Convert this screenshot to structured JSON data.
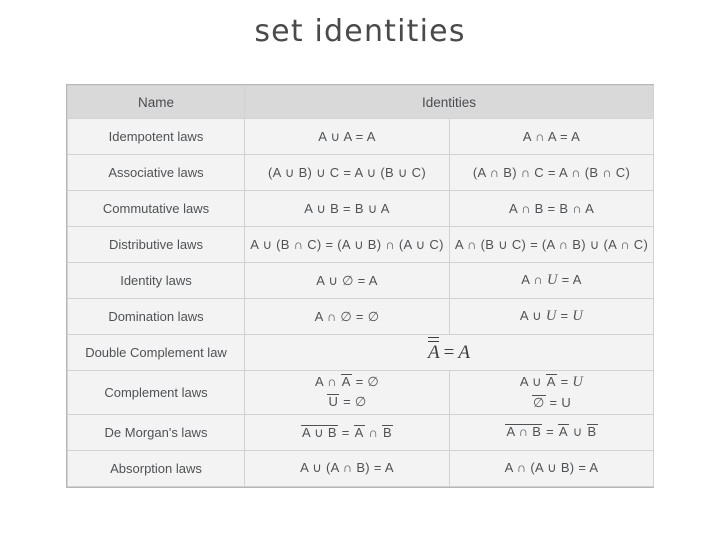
{
  "slide": {
    "title": "set identities",
    "background_color": "#ffffff",
    "title_color": "#4a4a4a"
  },
  "table": {
    "header_bg": "#d9d9d9",
    "cell_bg": "#f3f3f3",
    "border_color": "#d2d2d2",
    "outer_border_color": "#b6b6b6",
    "text_color": "#4f5255",
    "headers": {
      "name": "Name",
      "identities": "Identities"
    },
    "rows": [
      {
        "name": "Idempotent laws",
        "left": "A ∪ A = A",
        "right": "A ∩ A = A"
      },
      {
        "name": "Associative laws",
        "left": "(A ∪ B) ∪ C = A ∪ (B ∪ C)",
        "right": "(A ∩ B) ∩ C = A ∩ (B ∩ C)"
      },
      {
        "name": "Commutative laws",
        "left": "A ∪ B = B ∪ A",
        "right": "A ∩ B = B ∩ A"
      },
      {
        "name": "Distributive laws",
        "left": "A ∪ (B ∩ C) = (A ∪ B) ∩ (A ∪ C)",
        "right": "A ∩ (B ∪ C) = (A ∩ B) ∪ (A ∩ C)"
      },
      {
        "name": "Identity laws",
        "left": "A ∪ ∅ = A",
        "right_prefix": "A ∩ ",
        "right_italic": "U",
        "right_suffix": " = A"
      },
      {
        "name": "Domination laws",
        "left": "A ∩ ∅ = ∅",
        "right_prefix": "A ∪ ",
        "right_italic": "U",
        "right_mid": " = ",
        "right_italic2": "U"
      },
      {
        "name": "Double Complement law",
        "formula_var": "A",
        "formula_eq": "=",
        "formula_rhs": "A"
      },
      {
        "name": "Complement laws",
        "left_line1_a": "A ∩ ",
        "left_line1_bar": "A",
        "left_line1_b": " = ∅",
        "left_line2_bar": "U",
        "left_line2_b": " = ∅",
        "right_line1_a": "A ∪ ",
        "right_line1_bar": "A",
        "right_line1_b": " = ",
        "right_line1_italic": "U",
        "right_line2_bar": "∅",
        "right_line2_b": " = U"
      },
      {
        "name": "De Morgan's laws",
        "left_bar1": "A ∪ B",
        "left_eq": " = ",
        "left_bar2": "A",
        "left_mid": " ∩ ",
        "left_bar3": "B",
        "right_bar1": "A ∩ B",
        "right_eq": " = ",
        "right_bar2": "A",
        "right_mid": " ∪ ",
        "right_bar3": "B"
      },
      {
        "name": "Absorption laws",
        "left": "A ∪ (A ∩ B) = A",
        "right": "A ∩ (A ∪ B) = A"
      }
    ]
  }
}
